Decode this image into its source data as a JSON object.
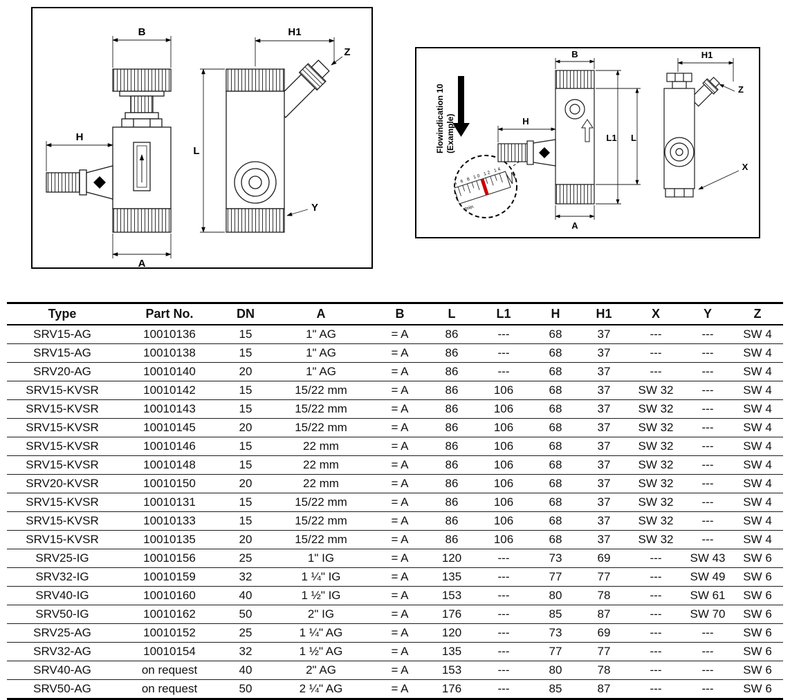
{
  "diagram_left": {
    "dim_b": "B",
    "dim_h1": "H1",
    "dim_z": "Z",
    "dim_h": "H",
    "dim_l": "L",
    "dim_y": "Y",
    "dim_a": "A"
  },
  "diagram_right": {
    "flow_line1": "Flowindication 10",
    "flow_line2": "(Example)",
    "scale_numbers": "4 6 8 10 12 14",
    "scale_unit": "L/min",
    "dim_b": "B",
    "dim_h1": "H1",
    "dim_z": "Z",
    "dim_h": "H",
    "dim_l1": "L1",
    "dim_l": "L",
    "dim_x": "X",
    "dim_a": "A",
    "colors": {
      "indicator": "#cc0000"
    }
  },
  "table": {
    "columns": [
      "Type",
      "Part No.",
      "DN",
      "A",
      "B",
      "L",
      "L1",
      "H",
      "H1",
      "X",
      "Y",
      "Z"
    ],
    "rows": [
      [
        "SRV15-AG",
        "10010136",
        "15",
        "1\" AG",
        "= A",
        "86",
        "---",
        "68",
        "37",
        "---",
        "---",
        "SW 4"
      ],
      [
        "SRV15-AG",
        "10010138",
        "15",
        "1\" AG",
        "= A",
        "86",
        "---",
        "68",
        "37",
        "---",
        "---",
        "SW 4"
      ],
      [
        "SRV20-AG",
        "10010140",
        "20",
        "1\" AG",
        "= A",
        "86",
        "---",
        "68",
        "37",
        "---",
        "---",
        "SW 4"
      ],
      [
        "SRV15-KVSR",
        "10010142",
        "15",
        "15/22 mm",
        "= A",
        "86",
        "106",
        "68",
        "37",
        "SW 32",
        "---",
        "SW 4"
      ],
      [
        "SRV15-KVSR",
        "10010143",
        "15",
        "15/22 mm",
        "= A",
        "86",
        "106",
        "68",
        "37",
        "SW 32",
        "---",
        "SW 4"
      ],
      [
        "SRV15-KVSR",
        "10010145",
        "20",
        "15/22 mm",
        "= A",
        "86",
        "106",
        "68",
        "37",
        "SW 32",
        "---",
        "SW 4"
      ],
      [
        "SRV15-KVSR",
        "10010146",
        "15",
        "22 mm",
        "= A",
        "86",
        "106",
        "68",
        "37",
        "SW 32",
        "---",
        "SW 4"
      ],
      [
        "SRV15-KVSR",
        "10010148",
        "15",
        "22 mm",
        "= A",
        "86",
        "106",
        "68",
        "37",
        "SW 32",
        "---",
        "SW 4"
      ],
      [
        "SRV20-KVSR",
        "10010150",
        "20",
        "22 mm",
        "= A",
        "86",
        "106",
        "68",
        "37",
        "SW 32",
        "---",
        "SW 4"
      ],
      [
        "SRV15-KVSR",
        "10010131",
        "15",
        "15/22 mm",
        "= A",
        "86",
        "106",
        "68",
        "37",
        "SW 32",
        "---",
        "SW 4"
      ],
      [
        "SRV15-KVSR",
        "10010133",
        "15",
        "15/22 mm",
        "= A",
        "86",
        "106",
        "68",
        "37",
        "SW 32",
        "---",
        "SW 4"
      ],
      [
        "SRV15-KVSR",
        "10010135",
        "20",
        "15/22 mm",
        "= A",
        "86",
        "106",
        "68",
        "37",
        "SW 32",
        "---",
        "SW 4"
      ],
      [
        "SRV25-IG",
        "10010156",
        "25",
        "1\" IG",
        "= A",
        "120",
        "---",
        "73",
        "69",
        "---",
        "SW 43",
        "SW 6"
      ],
      [
        "SRV32-IG",
        "10010159",
        "32",
        "1 ¼\" IG",
        "= A",
        "135",
        "---",
        "77",
        "77",
        "---",
        "SW 49",
        "SW 6"
      ],
      [
        "SRV40-IG",
        "10010160",
        "40",
        "1 ½\" IG",
        "= A",
        "153",
        "---",
        "80",
        "78",
        "---",
        "SW 61",
        "SW 6"
      ],
      [
        "SRV50-IG",
        "10010162",
        "50",
        "2\" IG",
        "= A",
        "176",
        "---",
        "85",
        "87",
        "---",
        "SW 70",
        "SW 6"
      ],
      [
        "SRV25-AG",
        "10010152",
        "25",
        "1 ¼\" AG",
        "= A",
        "120",
        "---",
        "73",
        "69",
        "---",
        "---",
        "SW 6"
      ],
      [
        "SRV32-AG",
        "10010154",
        "32",
        "1 ½\" AG",
        "= A",
        "135",
        "---",
        "77",
        "77",
        "---",
        "---",
        "SW 6"
      ],
      [
        "SRV40-AG",
        "on request",
        "40",
        "2\" AG",
        "= A",
        "153",
        "---",
        "80",
        "78",
        "---",
        "---",
        "SW 6"
      ],
      [
        "SRV50-AG",
        "on request",
        "50",
        "2 ¼\" AG",
        "= A",
        "176",
        "---",
        "85",
        "87",
        "---",
        "---",
        "SW 6"
      ]
    ]
  }
}
